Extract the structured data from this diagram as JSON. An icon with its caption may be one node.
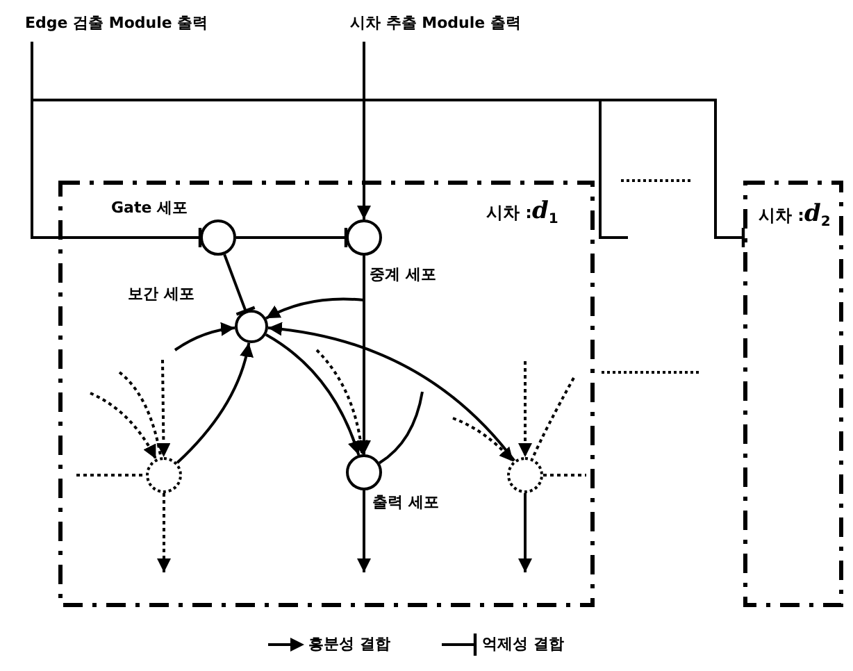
{
  "diagram": {
    "nodes": [
      {
        "text": [
          "Edge 검출 Module 출력"
        ]
      },
      {
        "text": [
          "시차 추출 Module 출력"
        ]
      },
      {
        "text": [
          "시차 :*d*$_{1}$"
        ]
      },
      {
        "text": [
          "Gate 세포"
        ],
        "in": 2
      },
      {
        "text": [
          "중계 세포"
        ],
        "in": 2
      },
      {
        "text": [
          "보간 세포"
        ],
        "in": 2
      },
      {
        "text": [
          "출력 세포"
        ],
        "in": 2
      },
      {
        "text": [],
        "shape": "circle",
        "in": 2
      },
      {
        "text": [],
        "shape": "circle",
        "in": 2
      },
      {
        "text": [
          "시차 :*d*$_{2}$"
        ]
      }
    ],
    "edges": [
      {
        "from": 0,
        "to": 3,
        "arrow": "other"
      },
      {
        "from": 0,
        "to": 9,
        "arrow": "other"
      },
      {
        "from": 0,
        "to": null,
        "arrow": "none"
      },
      {
        "from": 1,
        "to": 4,
        "arrow": "to"
      },
      {
        "from": 3,
        "to": 4,
        "arrow": "other"
      },
      {
        "from": 3,
        "to": 5,
        "arrow": "other"
      },
      {
        "from": 4,
        "to": 5,
        "arrow": "to"
      },
      {
        "from": 4,
        "to": 6,
        "arrow": "to"
      },
      {
        "from": 5,
        "to": 6,
        "arrow": "to"
      },
      {
        "from": 8,
        "to": 5,
        "arrow": "to"
      },
      {
        "from": 7,
        "to": 5,
        "arrow": "to"
      },
      {
        "from": null,
        "to": 5,
        "arrow": "to"
      },
      {
        "from": 6,
        "to": null,
        "arrow": "none"
      },
      {
        "from": 6,
        "to": null,
        "arrow": "to"
      },
      {
        "from": null,
        "to": 6,
        "arrow": "to",
        "style": "dashed"
      },
      {
        "from": null,
        "to": 7,
        "arrow": "to",
        "style": "dashed"
      },
      {
        "from": null,
        "to": 7,
        "arrow": "none",
        "style": "dashed"
      },
      {
        "from": null,
        "to": 7,
        "arrow": "to",
        "style": "dashed"
      },
      {
        "from": null,
        "to": 7,
        "arrow": "none",
        "style": "dashed"
      },
      {
        "from": 7,
        "to": null,
        "arrow": "to",
        "style": "dashed"
      },
      {
        "from": null,
        "to": 8,
        "arrow": "to",
        "style": "dashed"
      },
      {
        "from": null,
        "to": 8,
        "arrow": "to",
        "style": "dashed"
      },
      {
        "from": null,
        "to": 8,
        "arrow": "none",
        "style": "dashed"
      },
      {
        "from": 8,
        "to": null,
        "arrow": "none",
        "style": "dashed"
      },
      {
        "from": 8,
        "to": null,
        "arrow": "to"
      }
    ],
    "legend": [
      {
        "text": "흥분성 결합"
      },
      {
        "text": "억제성 결합"
      }
    ]
  }
}
